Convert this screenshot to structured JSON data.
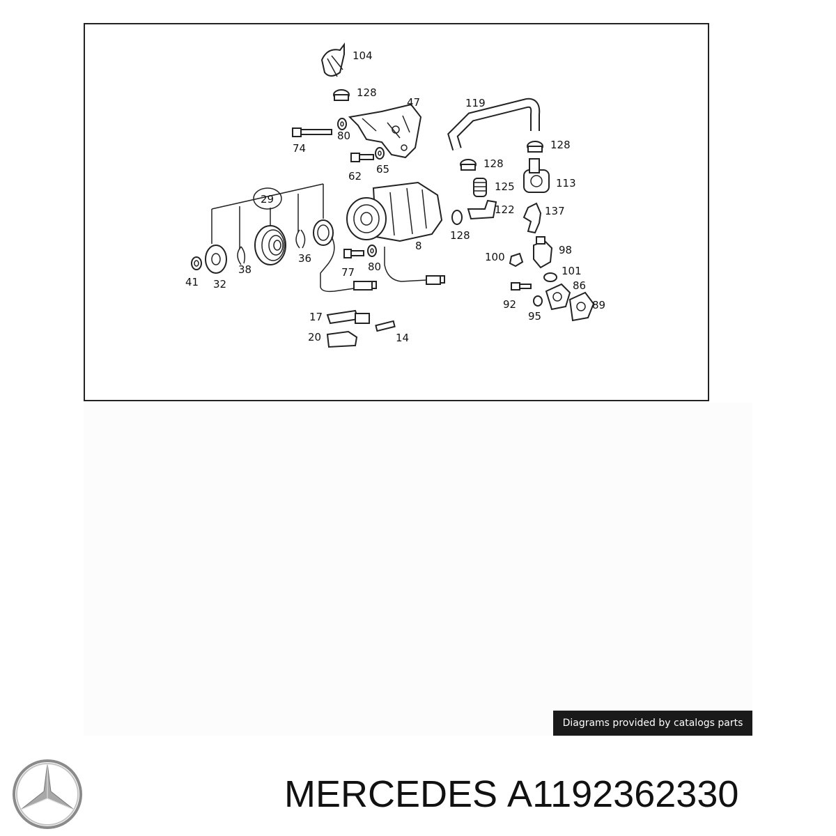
{
  "diagram": {
    "callouts": [
      "104",
      "128",
      "47",
      "119",
      "80",
      "74",
      "62",
      "65",
      "128",
      "128",
      "125",
      "113",
      "29",
      "122",
      "137",
      "128",
      "8",
      "98",
      "100",
      "41",
      "32",
      "38",
      "36",
      "77",
      "80",
      "101",
      "86",
      "92",
      "89",
      "95",
      "17",
      "20",
      "14"
    ]
  },
  "credit": "Diagrams provided by catalogs parts",
  "brand": "MERCEDES",
  "part_number": "A1192362330",
  "logo": "mercedes-star-logo",
  "colors": {
    "ink": "#111111",
    "credit_bg": "#1a1a1a",
    "panel_bg": "#fcfcfc"
  }
}
